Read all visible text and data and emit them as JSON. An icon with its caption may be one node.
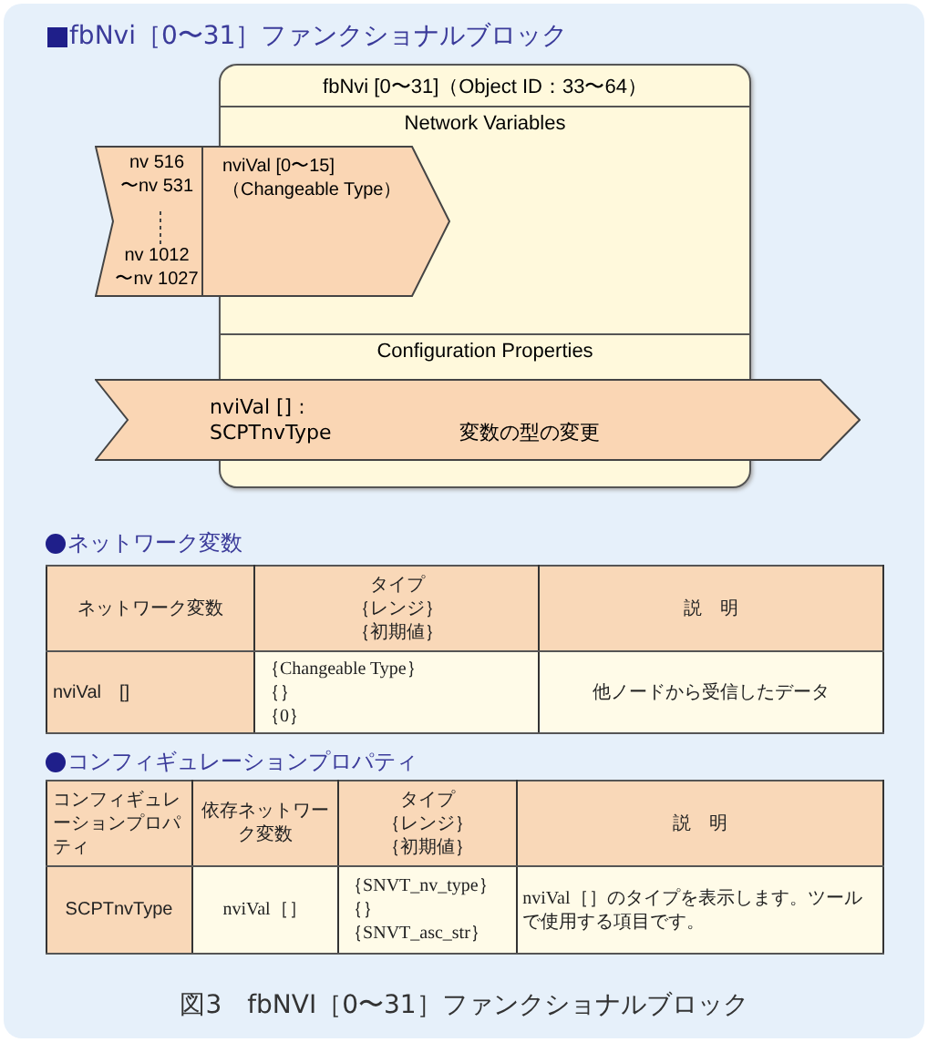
{
  "diagram": {
    "title": "fbNvi［0〜31］ファンクショナルブロック",
    "caption": "図3　fbNVI［0〜31］ファンクショナルブロック",
    "nodes": [
      {
        "text": [
          "fbNvi [0〜31]（Object ID：33〜64）"
        ]
      },
      {
        "text": [
          "Network Variables"
        ],
        "in": 0
      },
      {
        "text": [
          "Configuration Properties"
        ],
        "in": 0
      },
      {
        "text": [
          "nv 516 〜nv 531",
          "nv 1012 〜nv 1027",
          "nviVal [0〜15] （Changeable Type）"
        ]
      },
      {
        "text": [
          "nviVal [] : SCPTnvType",
          "変数の型の変更"
        ]
      }
    ],
    "labels": [
      "ネットワーク変数",
      "ネットワーク変数",
      "タイプ｛レンジ｝｛初期値｝",
      "説　明",
      "nviVal　[]",
      "｛Changeable Type｝｛｝｛0｝",
      "他ノードから受信したデータ",
      "コンフィギュレーションプロパティ",
      "コンフィギュレーションプロパティ",
      "依存ネットワーク変数",
      "タイプ｛レンジ｝｛初期値｝",
      "説　明",
      "SCPTnvType",
      "nviVal［］",
      "｛SNVT_nv_type｝｛｝｛SNVT_asc_str｝",
      "nviVal［］のタイプを表示します。ツールで使用する項目です。"
    ]
  }
}
